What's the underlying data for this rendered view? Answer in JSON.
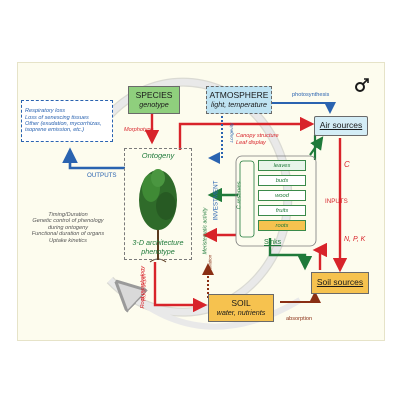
{
  "nodes": {
    "species": {
      "title": "SPECIES",
      "subtitle": "genotype"
    },
    "atmosphere": {
      "title": "ATMOSPHERE",
      "subtitle": "light, temperature"
    },
    "air_sources": {
      "title": "Air sources"
    },
    "soil_sources": {
      "title": "Soil sources"
    },
    "soil": {
      "title": "SOIL",
      "subtitle": "water, nutrients"
    },
    "ontogeny": {
      "title": "Ontogeny",
      "caption_line1": "3-D architecture",
      "caption_line2": "phenotype"
    },
    "sinks": {
      "title": "Sinks",
      "reserves": "C reserves",
      "items": [
        "leaves",
        "buds",
        "wood",
        "fruits",
        "roots"
      ]
    },
    "outputs": {
      "lines": [
        "Respiratory loss",
        "Loss of senescing tissues",
        "Other (exudation, mycorrhizas,",
        "isoprene emission, etc.)"
      ]
    },
    "timing": {
      "lines": [
        "Timing/Duration",
        "Genetic control of phenology",
        "during ontogeny",
        "Functional duration of organs",
        "Uptake kinetics"
      ]
    }
  },
  "labels": {
    "outputs": "OUTPUTS",
    "inputs": "INPUTS",
    "investment": "INVESTMENT",
    "photosynthesis": "photosynthesis",
    "absorption": "absorption",
    "morphotype": "Morphotype",
    "canopy_line1": "Canopy structure",
    "canopy_line2": "Leaf display",
    "longevity": "Longevity",
    "meristematic": "Meristematic activity",
    "root_line1": "Root morphology",
    "root_line2": "Root depth",
    "activation": "Activation",
    "c": "C",
    "npk": "N, P, K"
  },
  "colors": {
    "red": "#d8232a",
    "blue": "#2a63b0",
    "green": "#1f7a3a",
    "brown": "#8a2f14",
    "species_fill": "#8fcf7d",
    "atmosphere_fill": "#bfe3f2",
    "soil_fill": "#f6c24f",
    "roots_fill": "#f6c24f"
  },
  "icons": {
    "male_symbol": "♂"
  }
}
